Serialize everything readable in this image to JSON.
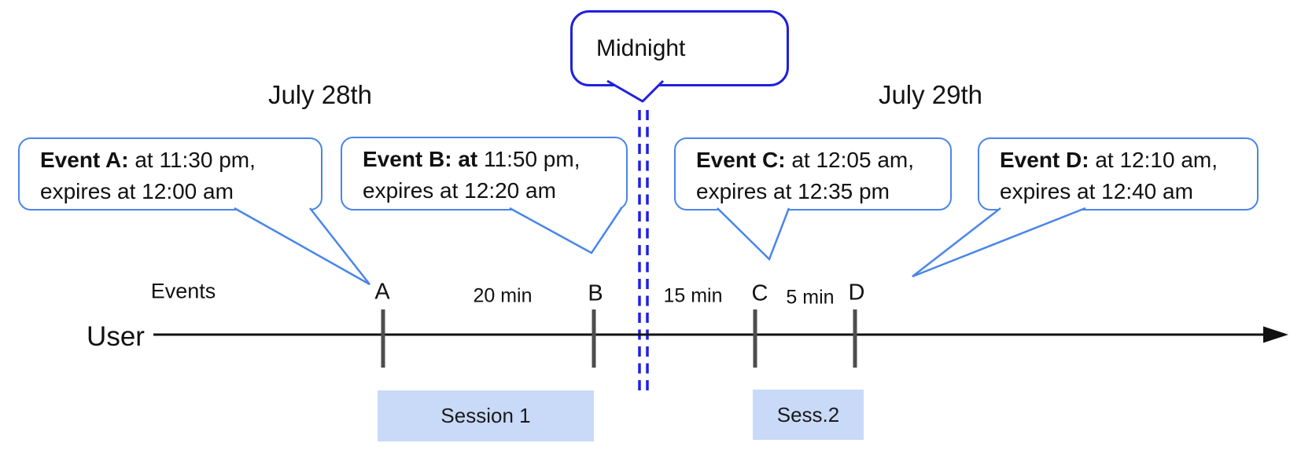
{
  "diagram": {
    "title_context": "event timeline across midnight",
    "dates": {
      "left": "July 28th",
      "right": "July 29th"
    },
    "midnight": {
      "label": "Midnight"
    },
    "axis": {
      "events_label": "Events",
      "user_label": "User"
    },
    "callouts": [
      {
        "id": "A",
        "bold": "Event A:",
        "line1_rest": " at 11:30 pm,",
        "line2": "expires at 12:00 am"
      },
      {
        "id": "B",
        "bold": "Event B: at",
        "line1_rest": " 11:50 pm,",
        "line2": "expires at 12:20 am"
      },
      {
        "id": "C",
        "bold": "Event C:",
        "line1_rest": " at 12:05 am,",
        "line2": "expires at 12:35 pm"
      },
      {
        "id": "D",
        "bold": "Event D:",
        "line1_rest": "  at 12:10 am,",
        "line2": "expires at 12:40 am"
      }
    ],
    "ticks": [
      {
        "label": "A"
      },
      {
        "label": "B"
      },
      {
        "label": "C"
      },
      {
        "label": "D"
      }
    ],
    "intervals": [
      {
        "label": "20 min"
      },
      {
        "label": "15 min"
      },
      {
        "label": "5 min"
      }
    ],
    "sessions": [
      {
        "label": "Session 1"
      },
      {
        "label": "Sess.2"
      }
    ],
    "colors": {
      "callout_border": "#4a86e8",
      "midnight_border": "#2020dd",
      "midnight_dash": "#1f1fe8",
      "session_fill": "#c9daf8",
      "tick_gray": "#4d4d4d",
      "axis_black": "#111111"
    }
  }
}
